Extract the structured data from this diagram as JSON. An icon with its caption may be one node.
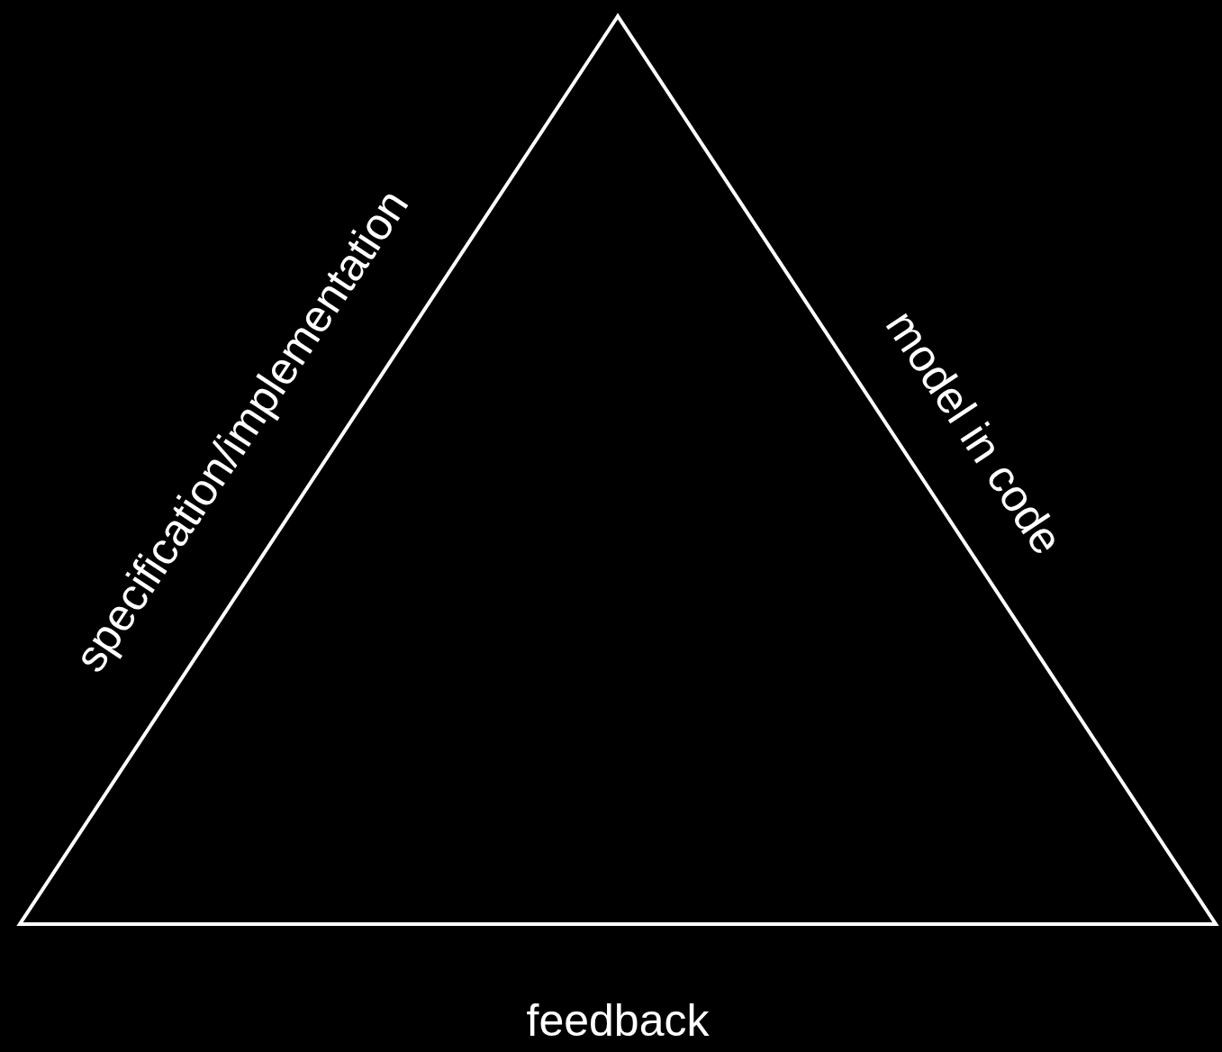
{
  "diagram": {
    "nodes": [
      {
        "text": [],
        "shape": "triangle"
      }
    ],
    "labels": [
      "specification/implementation",
      "model in code",
      "feedback"
    ]
  }
}
